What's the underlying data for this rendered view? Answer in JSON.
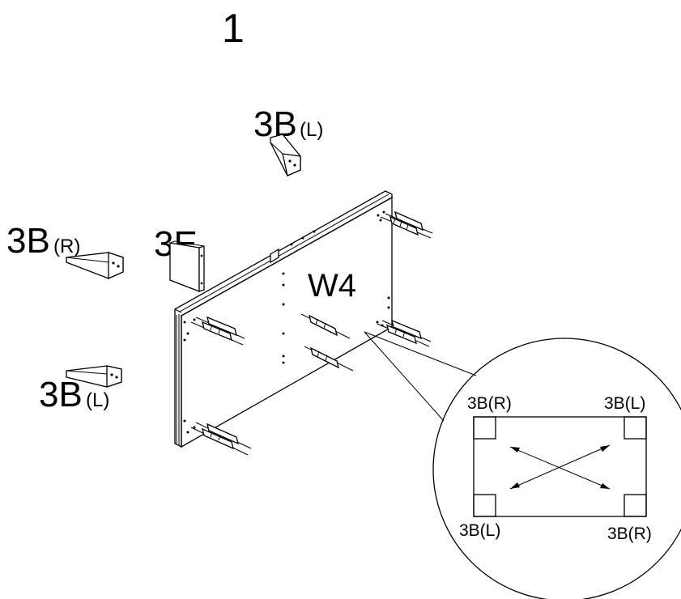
{
  "step_number": "1",
  "parts": {
    "bracket_top": {
      "code": "3B",
      "side": "(L)"
    },
    "bracket_left": {
      "code": "3B",
      "side": "(R)"
    },
    "panel_small": {
      "code": "3E"
    },
    "bracket_bottom": {
      "code": "3B",
      "side": "(L)"
    },
    "main_panel": {
      "code": "W4"
    }
  },
  "inset": {
    "top_left": "3B(R)",
    "top_right": "3B(L)",
    "bottom_left": "3B(L)",
    "bottom_right": "3B(R)"
  }
}
